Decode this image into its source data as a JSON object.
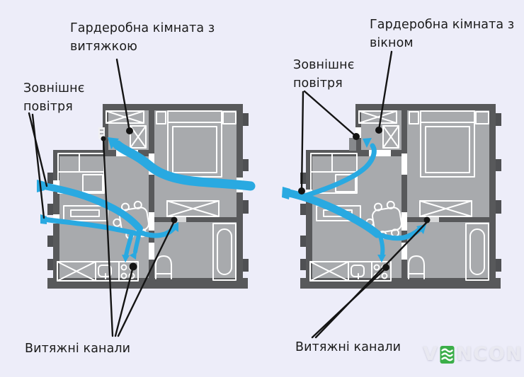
{
  "labels": {
    "left_plan": {
      "wardrobe": [
        "Гардеробна кімната з",
        "витяжкою"
      ],
      "outside_air": [
        "Зовнішнє",
        "повітря"
      ],
      "exhaust_channels": "Витяжні канали"
    },
    "right_plan": {
      "wardrobe": [
        "Гардеробна кімната з",
        "вікном"
      ],
      "outside_air": [
        "Зовнішнє",
        "повітря"
      ],
      "exhaust_channels": "Витяжні канали"
    }
  },
  "logo": {
    "prefix": "V",
    "suffix": "NCON",
    "icon": "green-wave-icon"
  },
  "colors": {
    "background": "#EDEDF9",
    "wall": "#58595B",
    "wall_dark": "#4F5053",
    "floor": "#A8AAAD",
    "furniture_line": "#FFFFFF",
    "door_gap": "#FFFFFF",
    "vent_light": "#D6D7D8",
    "step_gray": "#87898C",
    "flow_blue": "#29A9E1",
    "annotation": "#141414",
    "logo_green": "#3BAE49",
    "logo_text": "#E9E9F1"
  }
}
